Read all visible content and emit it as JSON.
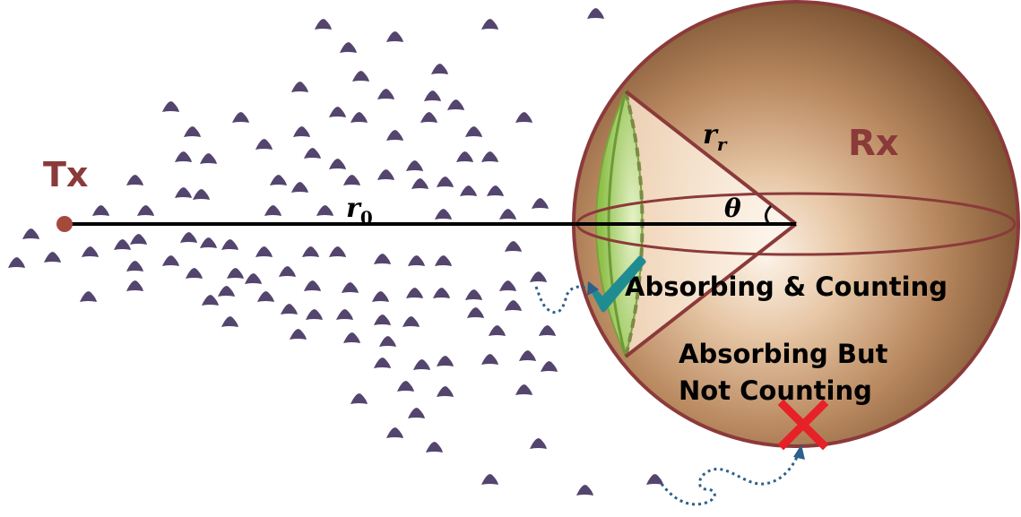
{
  "labels": {
    "transmitter": "Tx",
    "receiver": "Rx",
    "distance": "r",
    "distance_sub": "0",
    "radius": "r",
    "radius_sub": "r",
    "angle": "θ",
    "absorbing_counting": "Absorbing & Counting",
    "absorbing_not_counting_line1": "Absorbing But",
    "absorbing_not_counting_line2": "Not Counting"
  },
  "colors": {
    "tx_text": "#8b3a3a",
    "rx_text": "#8b3a3a",
    "sphere_border": "#8b3a3a",
    "sphere_dark": "#7d5635",
    "sphere_light": "#fbeee2",
    "cap_green": "#9fcc5a",
    "molecule": "#54456e",
    "check": "#1f8c91",
    "cross": "#e62127",
    "arrow": "#2c5f8a"
  },
  "icons": {
    "molecule": "molecule-icon",
    "check": "check-icon",
    "cross": "cross-icon"
  }
}
